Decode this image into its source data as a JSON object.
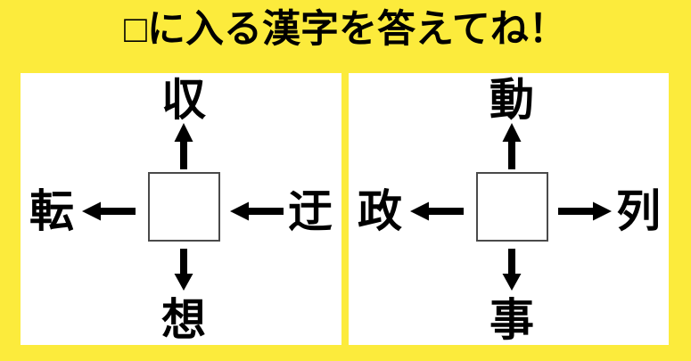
{
  "title": "□に入る漢字を答えてね！",
  "colors": {
    "background": "#FCEB3C",
    "panel": "#FFFFFF",
    "ink": "#000000",
    "answer_box_border": "#4a4a4a"
  },
  "puzzles": [
    {
      "side": "left",
      "center_box": "",
      "words": {
        "top": {
          "kanji": "収",
          "arrow": "up"
        },
        "left": {
          "kanji": "転",
          "arrow": "left"
        },
        "right": {
          "kanji": "迂",
          "arrow": "left"
        },
        "bottom": {
          "kanji": "想",
          "arrow": "down"
        }
      }
    },
    {
      "side": "right",
      "center_box": "",
      "words": {
        "top": {
          "kanji": "動",
          "arrow": "up"
        },
        "left": {
          "kanji": "政",
          "arrow": "left"
        },
        "right": {
          "kanji": "列",
          "arrow": "right"
        },
        "bottom": {
          "kanji": "事",
          "arrow": "down"
        }
      }
    }
  ]
}
